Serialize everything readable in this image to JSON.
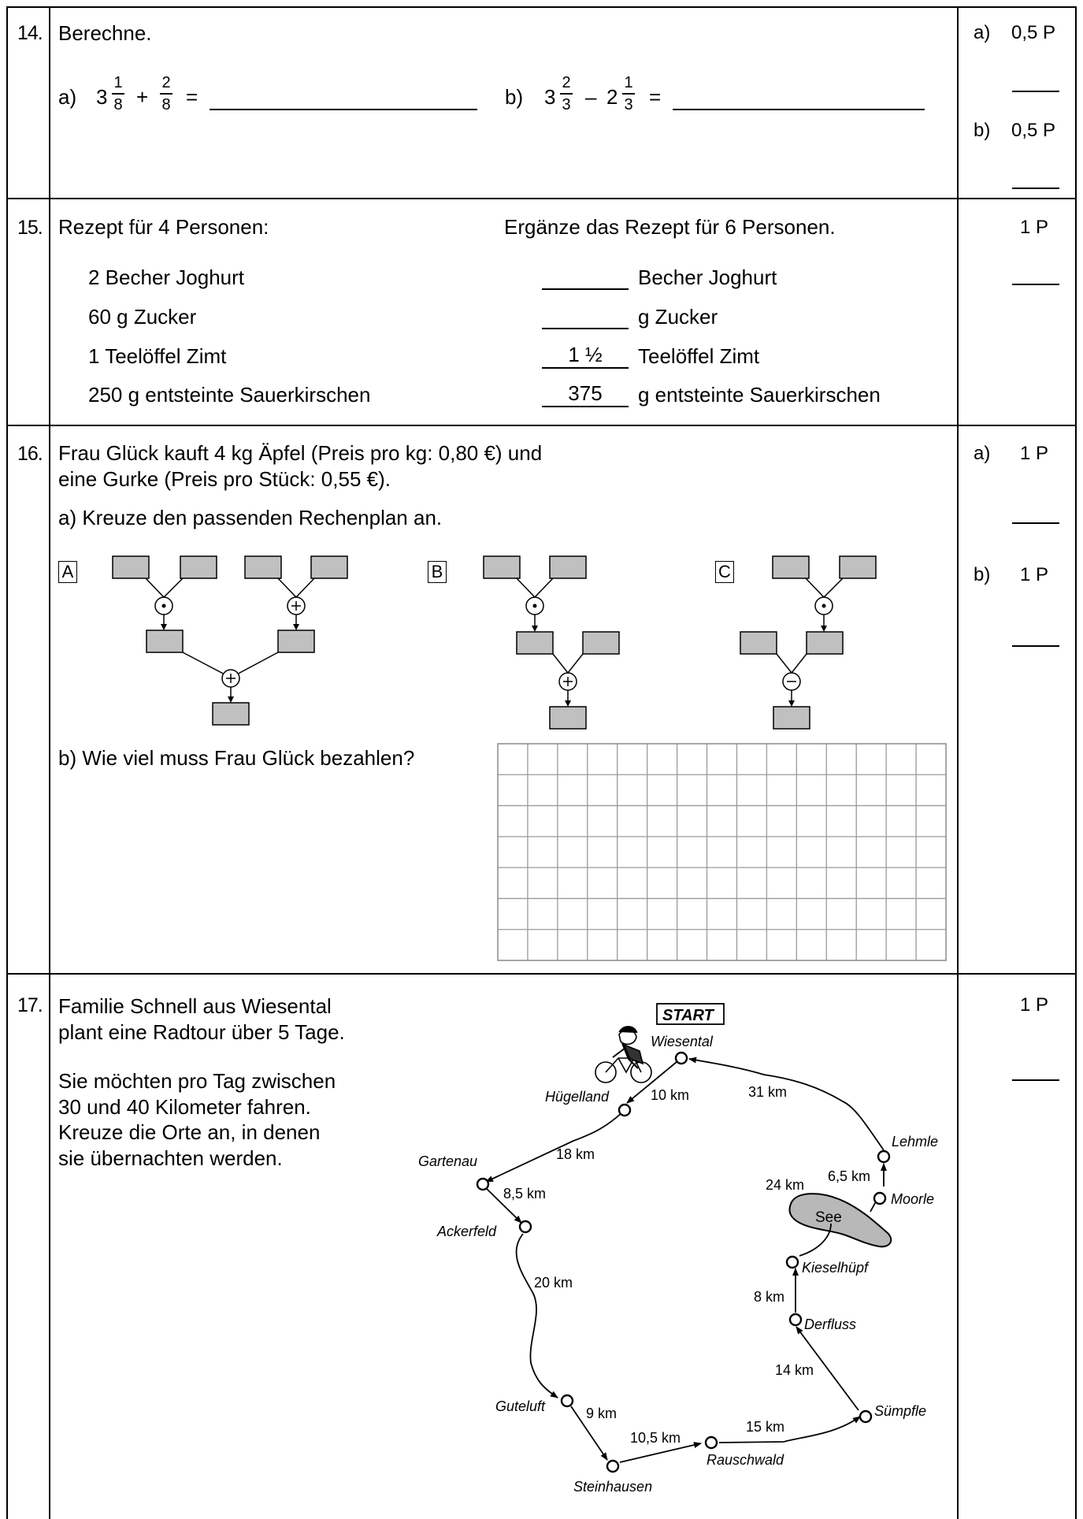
{
  "q14": {
    "num": "14.",
    "instruction": "Berechne.",
    "a_label": "a)",
    "a_whole": "3",
    "a_frac1_num": "1",
    "a_frac1_den": "8",
    "a_plus": "+",
    "a_frac2_num": "2",
    "a_frac2_den": "8",
    "a_eq": "=",
    "b_label": "b)",
    "b_whole1": "3",
    "b_frac1_num": "2",
    "b_frac1_den": "3",
    "b_minus": "–",
    "b_whole2": "2",
    "b_frac2_num": "1",
    "b_frac2_den": "3",
    "b_eq": "=",
    "points_a_label": "a)",
    "points_a": "0,5 P",
    "points_b_label": "b)",
    "points_b": "0,5 P"
  },
  "q15": {
    "num": "15.",
    "left_title": "Rezept für 4 Personen:",
    "right_title": "Ergänze das Rezept für 6 Personen.",
    "ingredients_4": [
      "2 Becher Joghurt",
      "60 g Zucker",
      "1 Teelöffel Zimt",
      "250 g entsteinte Sauerkirschen"
    ],
    "answers_6": [
      "",
      "",
      "1 ½",
      "375"
    ],
    "units_6": [
      "Becher Joghurt",
      "g Zucker",
      "Teelöffel Zimt",
      "g entsteinte Sauerkirschen"
    ],
    "points": "1 P"
  },
  "q16": {
    "num": "16.",
    "text_line1": "Frau Glück kauft 4 kg Äpfel (Preis pro kg: 0,80 €) und",
    "text_line2": "eine Gurke (Preis pro Stück: 0,55 €).",
    "task_a": "a) Kreuze den passenden Rechenplan an.",
    "option_a": "A",
    "option_b": "B",
    "option_c": "C",
    "task_b": "b) Wie viel muss Frau Glück bezahlen?",
    "points_a_label": "a)",
    "points_a": "1 P",
    "points_b_label": "b)",
    "points_b": "1 P"
  },
  "q17": {
    "num": "17.",
    "text_lines": [
      "Familie Schnell aus Wiesental",
      "plant eine Radtour über 5 Tage."
    ],
    "text_lines2": [
      "Sie möchten pro Tag zwischen",
      "30 und 40 Kilometer fahren.",
      "Kreuze die Orte an, in denen",
      "sie übernachten werden."
    ],
    "points": "1 P",
    "map": {
      "start": "START",
      "lake": "See",
      "places": [
        "Wiesental",
        "Hügelland",
        "Gartenau",
        "Ackerfeld",
        "Guteluft",
        "Steinhausen",
        "Rauschwald",
        "Sümpfle",
        "Derfluss",
        "Kieselhüpf",
        "Moorle",
        "Lehmle"
      ],
      "distances": [
        "10 km",
        "18 km",
        "8,5 km",
        "20 km",
        "9 km",
        "10,5 km",
        "15 km",
        "14 km",
        "8 km",
        "24 km",
        "6,5 km",
        "31 km"
      ]
    }
  }
}
